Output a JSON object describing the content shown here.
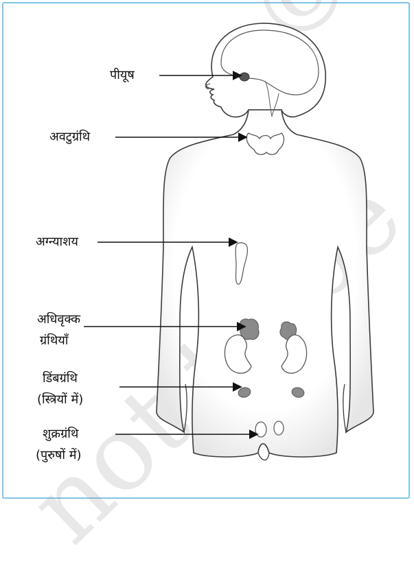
{
  "labels": {
    "pituitary": "पीयूष",
    "thyroid": "अवटुग्रंथि",
    "pancreas": "अग्न्याशय",
    "adrenal_line1": "अधिवृक्क",
    "adrenal_line2": "ग्रंथियाँ",
    "ovary_line1": "डिंबग्रंथि",
    "ovary_line2": "(स्त्रियों में)",
    "testes_line1": "शुक्रग्रंथि",
    "testes_line2": "(पुरुषों में)"
  },
  "watermark": {
    "line1": "© N",
    "line2": "not to be"
  },
  "colors": {
    "border": "#7fc3e6",
    "outline": "#3a3a3a",
    "gland": "#8a8a8a"
  }
}
